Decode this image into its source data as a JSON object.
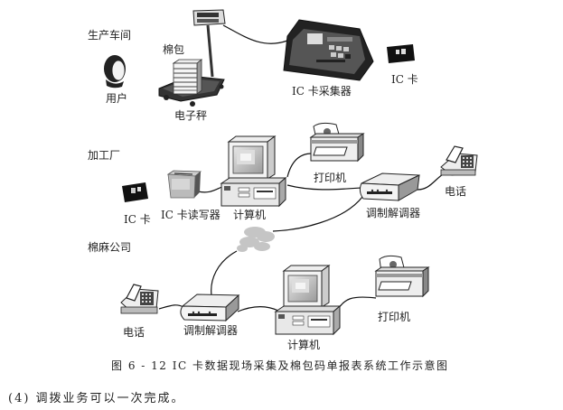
{
  "sections": {
    "workshop": "生产车间",
    "factory": "加工厂",
    "company": "棉麻公司"
  },
  "workshop": {
    "user_label": "用户",
    "bale_label": "棉包",
    "scale_label": "电子秤",
    "collector_label": "IC 卡采集器",
    "card_label": "IC 卡"
  },
  "factory": {
    "card_label": "IC 卡",
    "reader_label": "IC 卡读写器",
    "computer_label": "计算机",
    "printer_label": "打印机",
    "modem_label": "调制解调器",
    "phone_label": "电话"
  },
  "company": {
    "phone_label": "电话",
    "modem_label": "调制解调器",
    "computer_label": "计算机",
    "printer_label": "打印机"
  },
  "caption": "图 6 - 12   IC 卡数据现场采集及棉包码单报表系统工作示意图",
  "paragraph": "(4) 调拨业务可以一次完成。"
}
